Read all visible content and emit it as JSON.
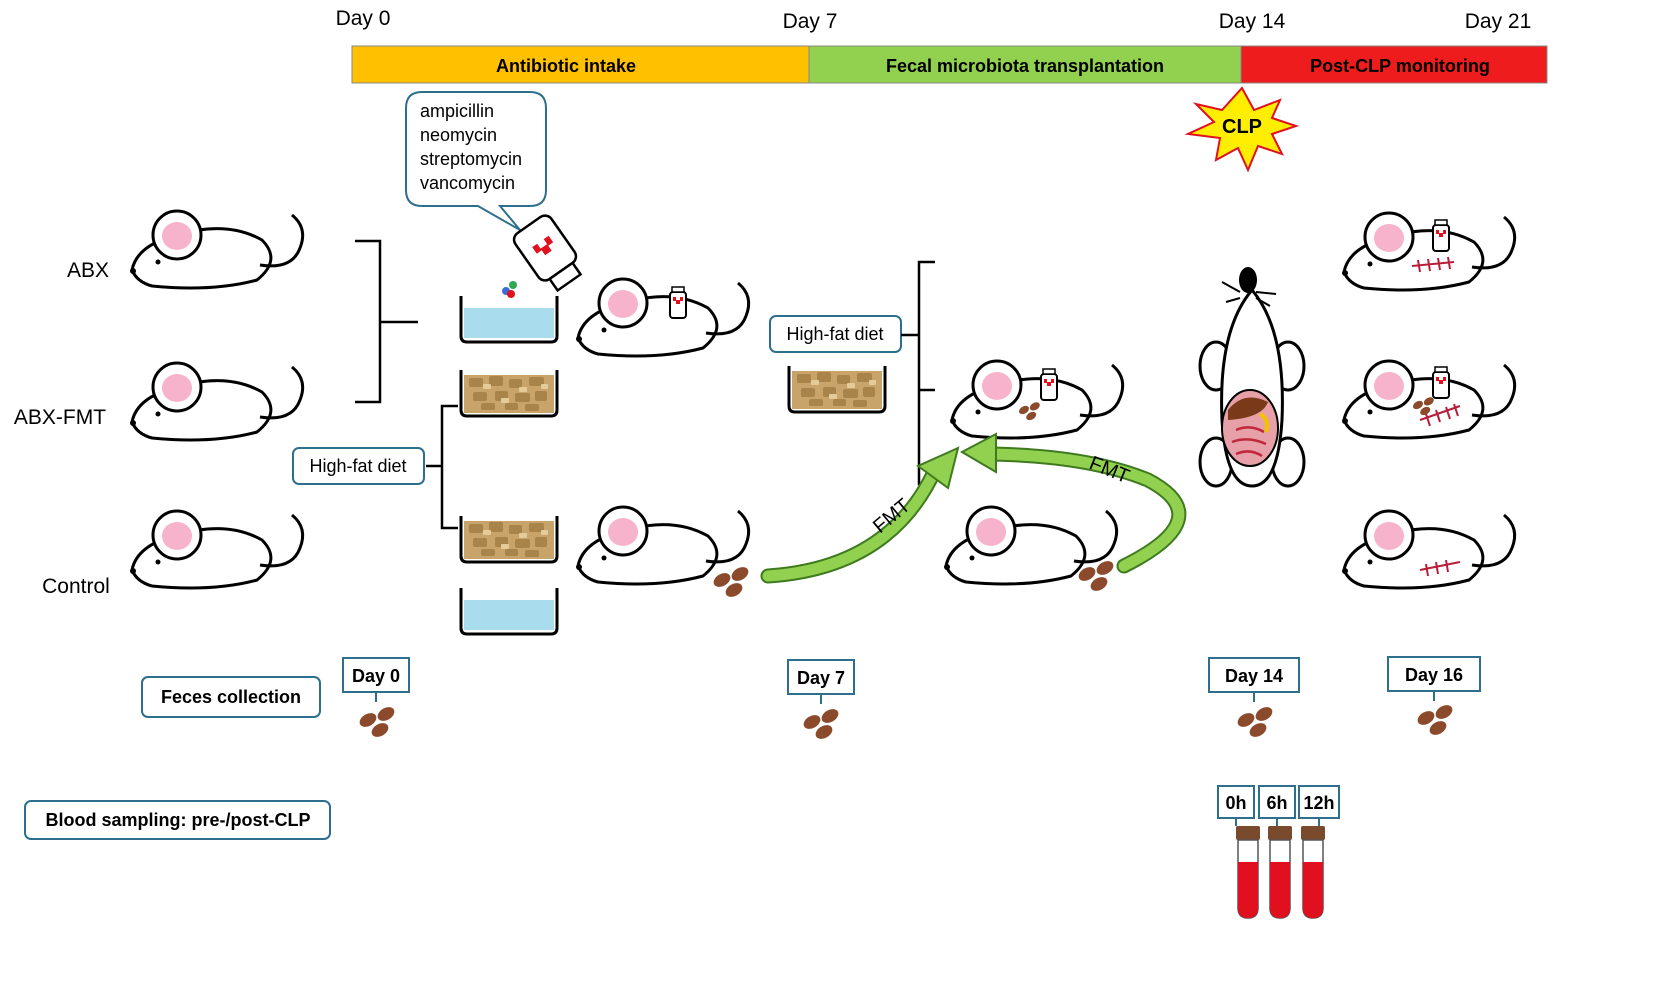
{
  "timeline": {
    "days": [
      "Day 0",
      "Day 7",
      "Day 14",
      "Day 21"
    ],
    "phases": [
      {
        "label": "Antibiotic intake",
        "color": "#FFC000"
      },
      {
        "label": "Fecal microbiota transplantation",
        "color": "#92D050"
      },
      {
        "label": "Post-CLP monitoring",
        "color": "#EE1C1C"
      }
    ]
  },
  "groups": [
    "ABX",
    "ABX-FMT",
    "Control"
  ],
  "antibiotics": [
    "ampicillin",
    "neomycin",
    "streptomycin",
    "vancomycin"
  ],
  "labels": {
    "high_fat_diet_left": "High-fat diet",
    "high_fat_diet_mid": "High-fat diet",
    "fmt_1": "FMT",
    "fmt_2": "FMT",
    "clp": "CLP",
    "feces_collection": "Feces collection",
    "blood_sampling": "Blood sampling: pre-/post-CLP"
  },
  "feces_days": [
    "Day 0",
    "Day 7",
    "Day 14",
    "Day 16"
  ],
  "blood_times": [
    "0h",
    "6h",
    "12h"
  ],
  "colors": {
    "water": "#A9DDEE",
    "chow": "#C8A46A",
    "feces": "#8B4A2B",
    "blood": "#E0101E",
    "box_border": "#2E6F8E",
    "arrow": "#92D050",
    "ear": "#F6B3CB"
  }
}
